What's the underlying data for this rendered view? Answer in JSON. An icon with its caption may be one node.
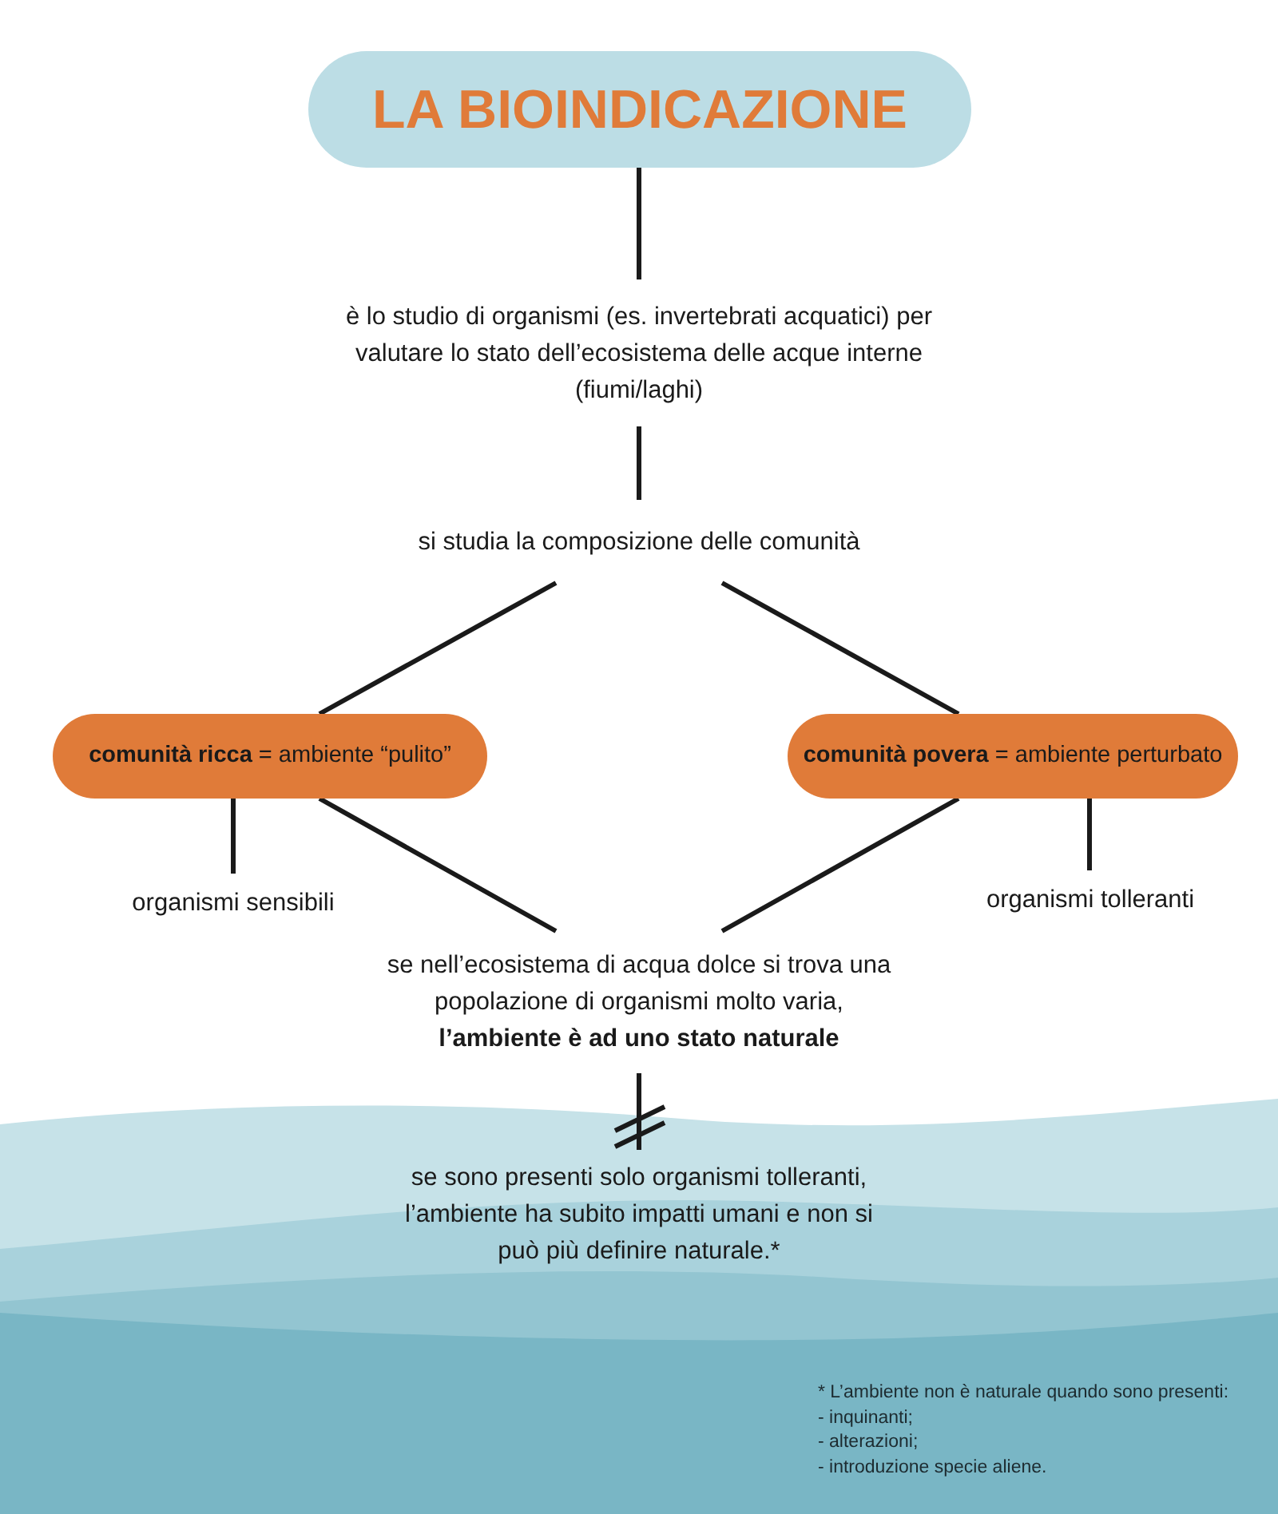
{
  "diagram": {
    "nodes": [
      {
        "text": [
          "LA BIOINDICAZIONE"
        ]
      },
      {
        "text": [
          "è lo studio di organismi (es. invertebrati acquatici) per valutare lo stato dell’ecosistema delle acque interne (fiumi/laghi)"
        ]
      },
      {
        "text": [
          "si studia la composizione delle comunità"
        ]
      },
      {
        "text": [
          "**comunità ricca** = ambiente “pulito”"
        ]
      },
      {
        "text": [
          "**comunità povera** = ambiente perturbato"
        ]
      },
      {
        "text": [
          "organismi sensibili"
        ]
      },
      {
        "text": [
          "organismi tolleranti"
        ]
      },
      {
        "text": [
          "se nell’ecosistema di acqua dolce si trova una popolazione di organismi molto varia, **l’ambiente è ad uno stato naturale**"
        ]
      },
      {
        "text": [
          "se sono presenti solo organismi tolleranti, l’ambiente ha subito impatti umani e non si può più definire naturale.*"
        ]
      }
    ],
    "edges": [
      {
        "from": 0,
        "to": 1,
        "arrow": "none"
      },
      {
        "from": 1,
        "to": 2,
        "arrow": "none"
      },
      {
        "from": 2,
        "to": 3,
        "arrow": "none"
      },
      {
        "from": 2,
        "to": 4,
        "arrow": "none"
      },
      {
        "from": 3,
        "to": 5,
        "arrow": "none"
      },
      {
        "from": 4,
        "to": 6,
        "arrow": "none"
      },
      {
        "from": 3,
        "to": 7,
        "arrow": "none"
      },
      {
        "from": 4,
        "to": 7,
        "arrow": "none"
      },
      {
        "from": 7,
        "to": 8,
        "arrow": "none"
      }
    ],
    "labels": [
      "* L’ambiente non è naturale quando sono presenti:",
      "- inquinanti;",
      "- alterazioni;",
      "- introduzione specie aliene."
    ]
  }
}
